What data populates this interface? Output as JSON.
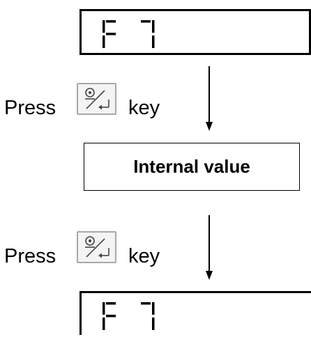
{
  "display_top": {
    "text": "F 7"
  },
  "step_one": {
    "press_label": "Press",
    "key_label": "key",
    "key_icon": "mode-enter-key-icon"
  },
  "internal_box": {
    "label": "Internal value"
  },
  "step_two": {
    "press_label": "Press",
    "key_label": "key",
    "key_icon": "mode-enter-key-icon"
  },
  "display_bottom": {
    "text": "F 7"
  },
  "colors": {
    "line": "#000000",
    "keycap_fill": "#f4f4f4",
    "keycap_border": "#a8a8a8"
  }
}
